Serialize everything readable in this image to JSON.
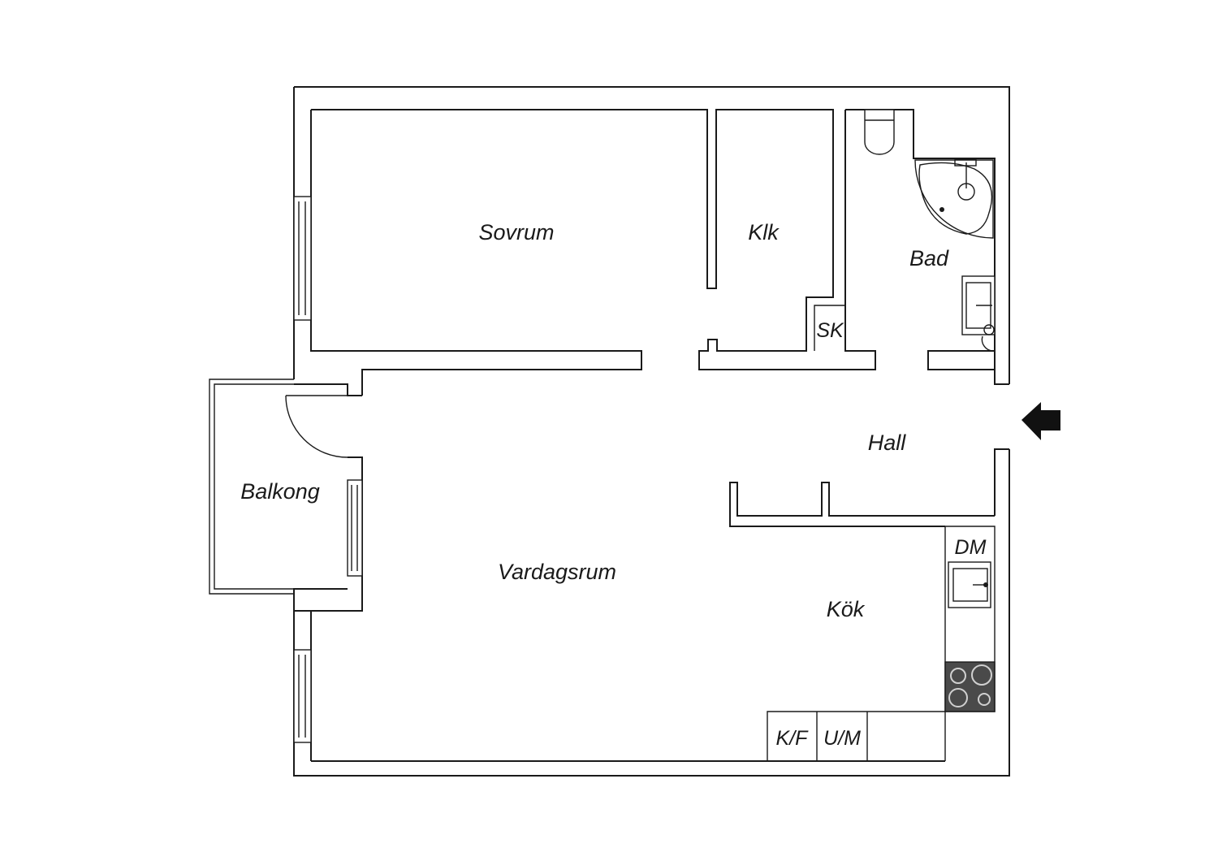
{
  "rooms": {
    "sovrum": "Sovrum",
    "klk": "Klk",
    "bad": "Bad",
    "sk": "SK",
    "hall": "Hall",
    "balkong": "Balkong",
    "vardagsrum": "Vardagsrum",
    "kok": "Kök",
    "dm": "DM",
    "kf": "K/F",
    "um": "U/M"
  },
  "icons": {
    "entrance": "entrance-arrow-icon",
    "toilet": "toilet-icon",
    "bathtub": "corner-bathtub-icon",
    "bathroom_sink": "bathroom-sink-icon",
    "kitchen_sink": "kitchen-sink-icon",
    "stove": "stove-icon",
    "door_swing": "door-swing-icon"
  },
  "colors": {
    "line": "#1a1a1a",
    "stove": "#4a4a4a",
    "background": "#ffffff"
  }
}
